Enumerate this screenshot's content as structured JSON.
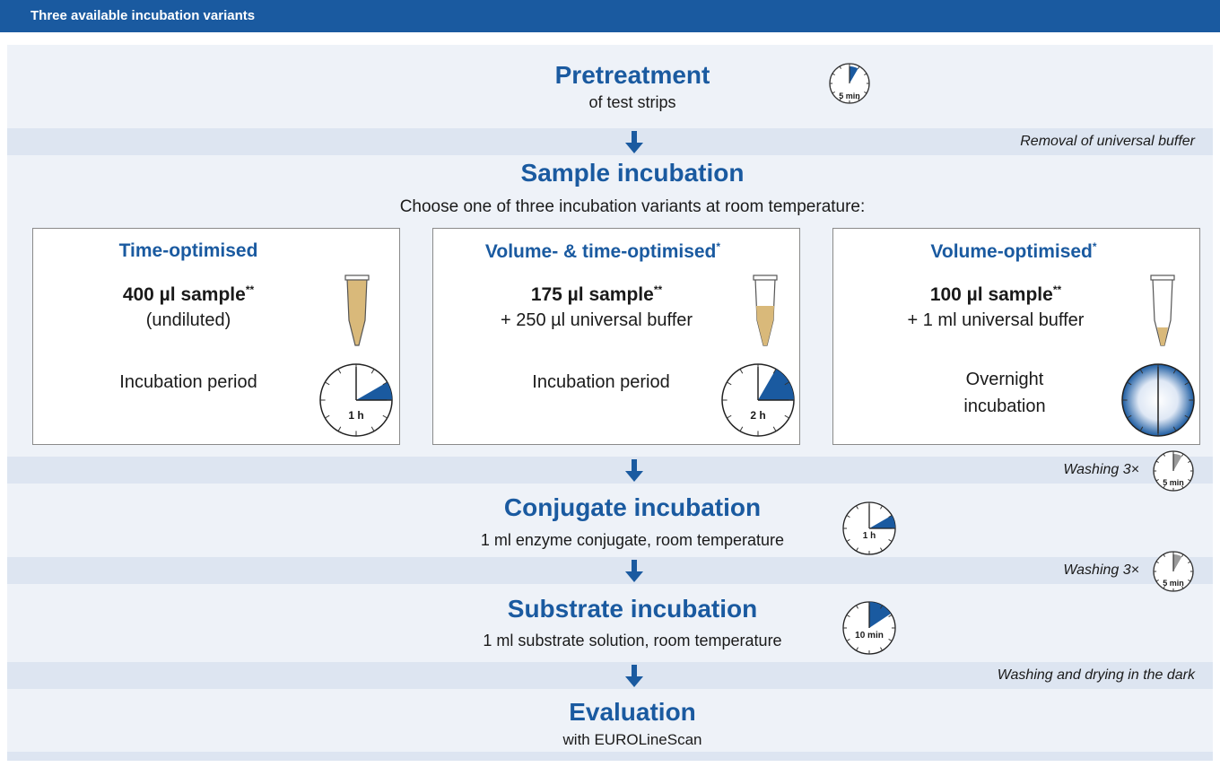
{
  "header": {
    "title": "Three available incubation variants"
  },
  "pretreatment": {
    "title": "Pretreatment",
    "subtitle": "of test strips",
    "timer": "5 min"
  },
  "step_notes": {
    "removal": "Removal of universal buffer",
    "washing1": "Washing 3×",
    "washing2": "Washing 3×",
    "washing_dark": "Washing and drying in the dark"
  },
  "sample": {
    "title": "Sample incubation",
    "subtitle": "Choose one of three incubation variants at room temperature:",
    "variants": [
      {
        "title": "Time-optimised",
        "mark": "",
        "sample": "400 µl sample",
        "sample_mark": "**",
        "detail": "(undiluted)",
        "period": "Incubation period",
        "timer": "1 h"
      },
      {
        "title": "Volume- & time-optimised",
        "mark": "*",
        "sample": "175 µl sample",
        "sample_mark": "**",
        "detail": "+ 250 µl universal buffer",
        "period": "Incubation period",
        "timer": "2 h"
      },
      {
        "title": "Volume-optimised",
        "mark": "*",
        "sample": "100 µl sample",
        "sample_mark": "**",
        "detail": "+ 1 ml universal buffer",
        "period_line1": "Overnight",
        "period_line2": "incubation"
      }
    ]
  },
  "conjugate": {
    "title": "Conjugate incubation",
    "subtitle": "1 ml enzyme conjugate, room temperature",
    "timer": "1 h"
  },
  "substrate": {
    "title": "Substrate incubation",
    "subtitle": "1 ml substrate solution, room temperature",
    "timer": "10 min"
  },
  "evaluation": {
    "title": "Evaluation",
    "subtitle": "with EUROLineScan"
  },
  "wash_timer": "5 min",
  "colors": {
    "brand": "#1a5aa0",
    "band_light": "#eef2f8",
    "band_mid": "#dde5f1",
    "sample_liquid": "#d9b97a"
  }
}
